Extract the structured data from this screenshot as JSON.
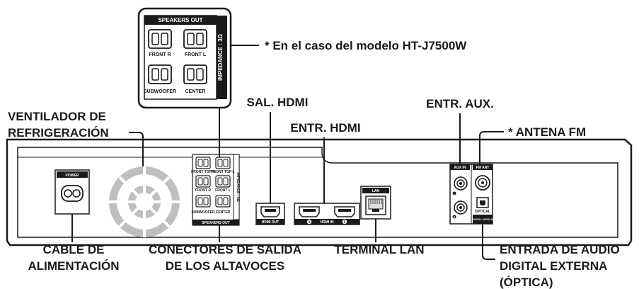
{
  "callouts": {
    "model_note": "* En el caso del modelo HT-J7500W",
    "hdmi_out": "SAL. HDMI",
    "hdmi_in": "ENTR. HDMI",
    "aux_in": "ENTR. AUX.",
    "fm_antenna": "* ANTENA FM",
    "fan_line1": "VENTILADOR DE",
    "fan_line2": "REFRIGERACIÓN",
    "power_line1": "CABLE DE",
    "power_line2": "ALIMENTACIÓN",
    "speakers_line1": "CONECTORES DE SALIDA",
    "speakers_line2": "DE LOS ALTAVOCES",
    "lan": "TERMINAL LAN",
    "optical_line1": "ENTRADA DE AUDIO",
    "optical_line2": "DIGITAL EXTERNA",
    "optical_line3": "(ÓPTICA)"
  },
  "inset": {
    "title": "SPEAKERS OUT",
    "impedance": "IMPEDANCE : 3Ω",
    "front_r": "FRONT R",
    "front_l": "FRONT L",
    "subwoofer": "SUBWOOFER",
    "center": "CENTER"
  },
  "panel": {
    "power": "POWER",
    "hdmi_out": "HDMI OUT",
    "hdmi_in": "HDMI IN",
    "hdmi_1": "1",
    "hdmi_2": "2",
    "lan": "LAN",
    "aux_in": "AUX IN",
    "fm_ant": "FM ANT",
    "optical": "OPTICAL",
    "digital_audio_in": "DIGITAL AUDIO IN",
    "speakers_out": "SPEAKERS OUT",
    "front_top_r": "FRONT TOP R",
    "front_top_l": "FRONT TOP L",
    "front_r": "FRONT R",
    "front_l": "FRONT L",
    "subwoofer": "SUBWOOFER",
    "center": "CENTER",
    "impedance": "IMPEDANCE : 3Ω",
    "aux_l": "L",
    "aux_r": "R"
  }
}
